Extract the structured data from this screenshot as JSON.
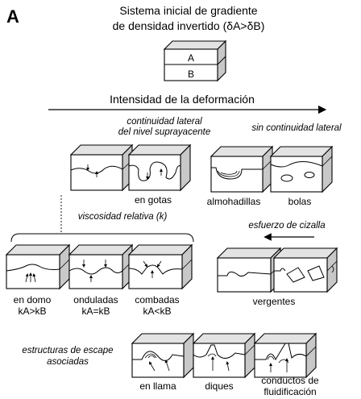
{
  "panel_label": "A",
  "title_line1": "Sistema inicial de gradiente",
  "title_line2": "de densidad invertido (δA>δB)",
  "layer_a": "A",
  "layer_b": "B",
  "intensity": "Intensidad de la deformación",
  "cont_lateral_1": "continuidad lateral",
  "cont_lateral_2": "del nivel suprayacente",
  "sin_cont": "sin continuidad lateral",
  "en_gotas": "en gotas",
  "almohadillas": "almohadillas",
  "bolas": "bolas",
  "viscosidad": "viscosidad relativa (k)",
  "esfuerzo": "esfuerzo de cizalla",
  "en_domo_1": "en domo",
  "en_domo_2": "kA>kB",
  "onduladas_1": "onduladas",
  "onduladas_2": "kA=kB",
  "combadas_1": "combadas",
  "combadas_2": "kA<kB",
  "vergentes": "vergentes",
  "escape_1": "estructuras de escape",
  "escape_2": "asociadas",
  "en_llama": "en llama",
  "diques": "diques",
  "conductos_1": "conductos de",
  "conductos_2": "fluidificación"
}
